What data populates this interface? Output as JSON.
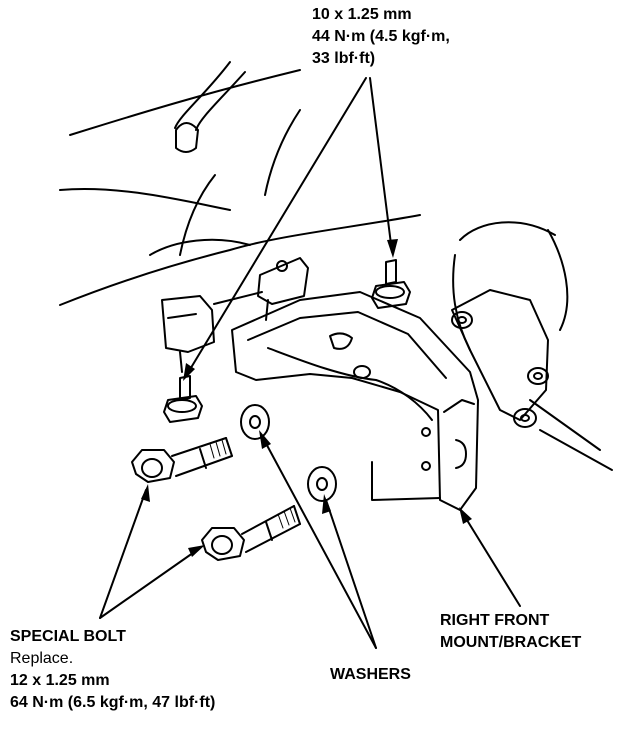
{
  "top_spec": {
    "line1": "10 x 1.25 mm",
    "line2": "44 N·m (4.5 kgf·m,",
    "line3": "33 lbf·ft)"
  },
  "bolt_spec": {
    "title": "SPECIAL BOLT",
    "note": "Replace.",
    "size": "12 x 1.25 mm",
    "torque": "64 N·m (6.5 kgf·m, 47 lbf·ft)"
  },
  "washers_label": "WASHERS",
  "mount_label": {
    "line1": "RIGHT FRONT",
    "line2": "MOUNT/BRACKET"
  }
}
